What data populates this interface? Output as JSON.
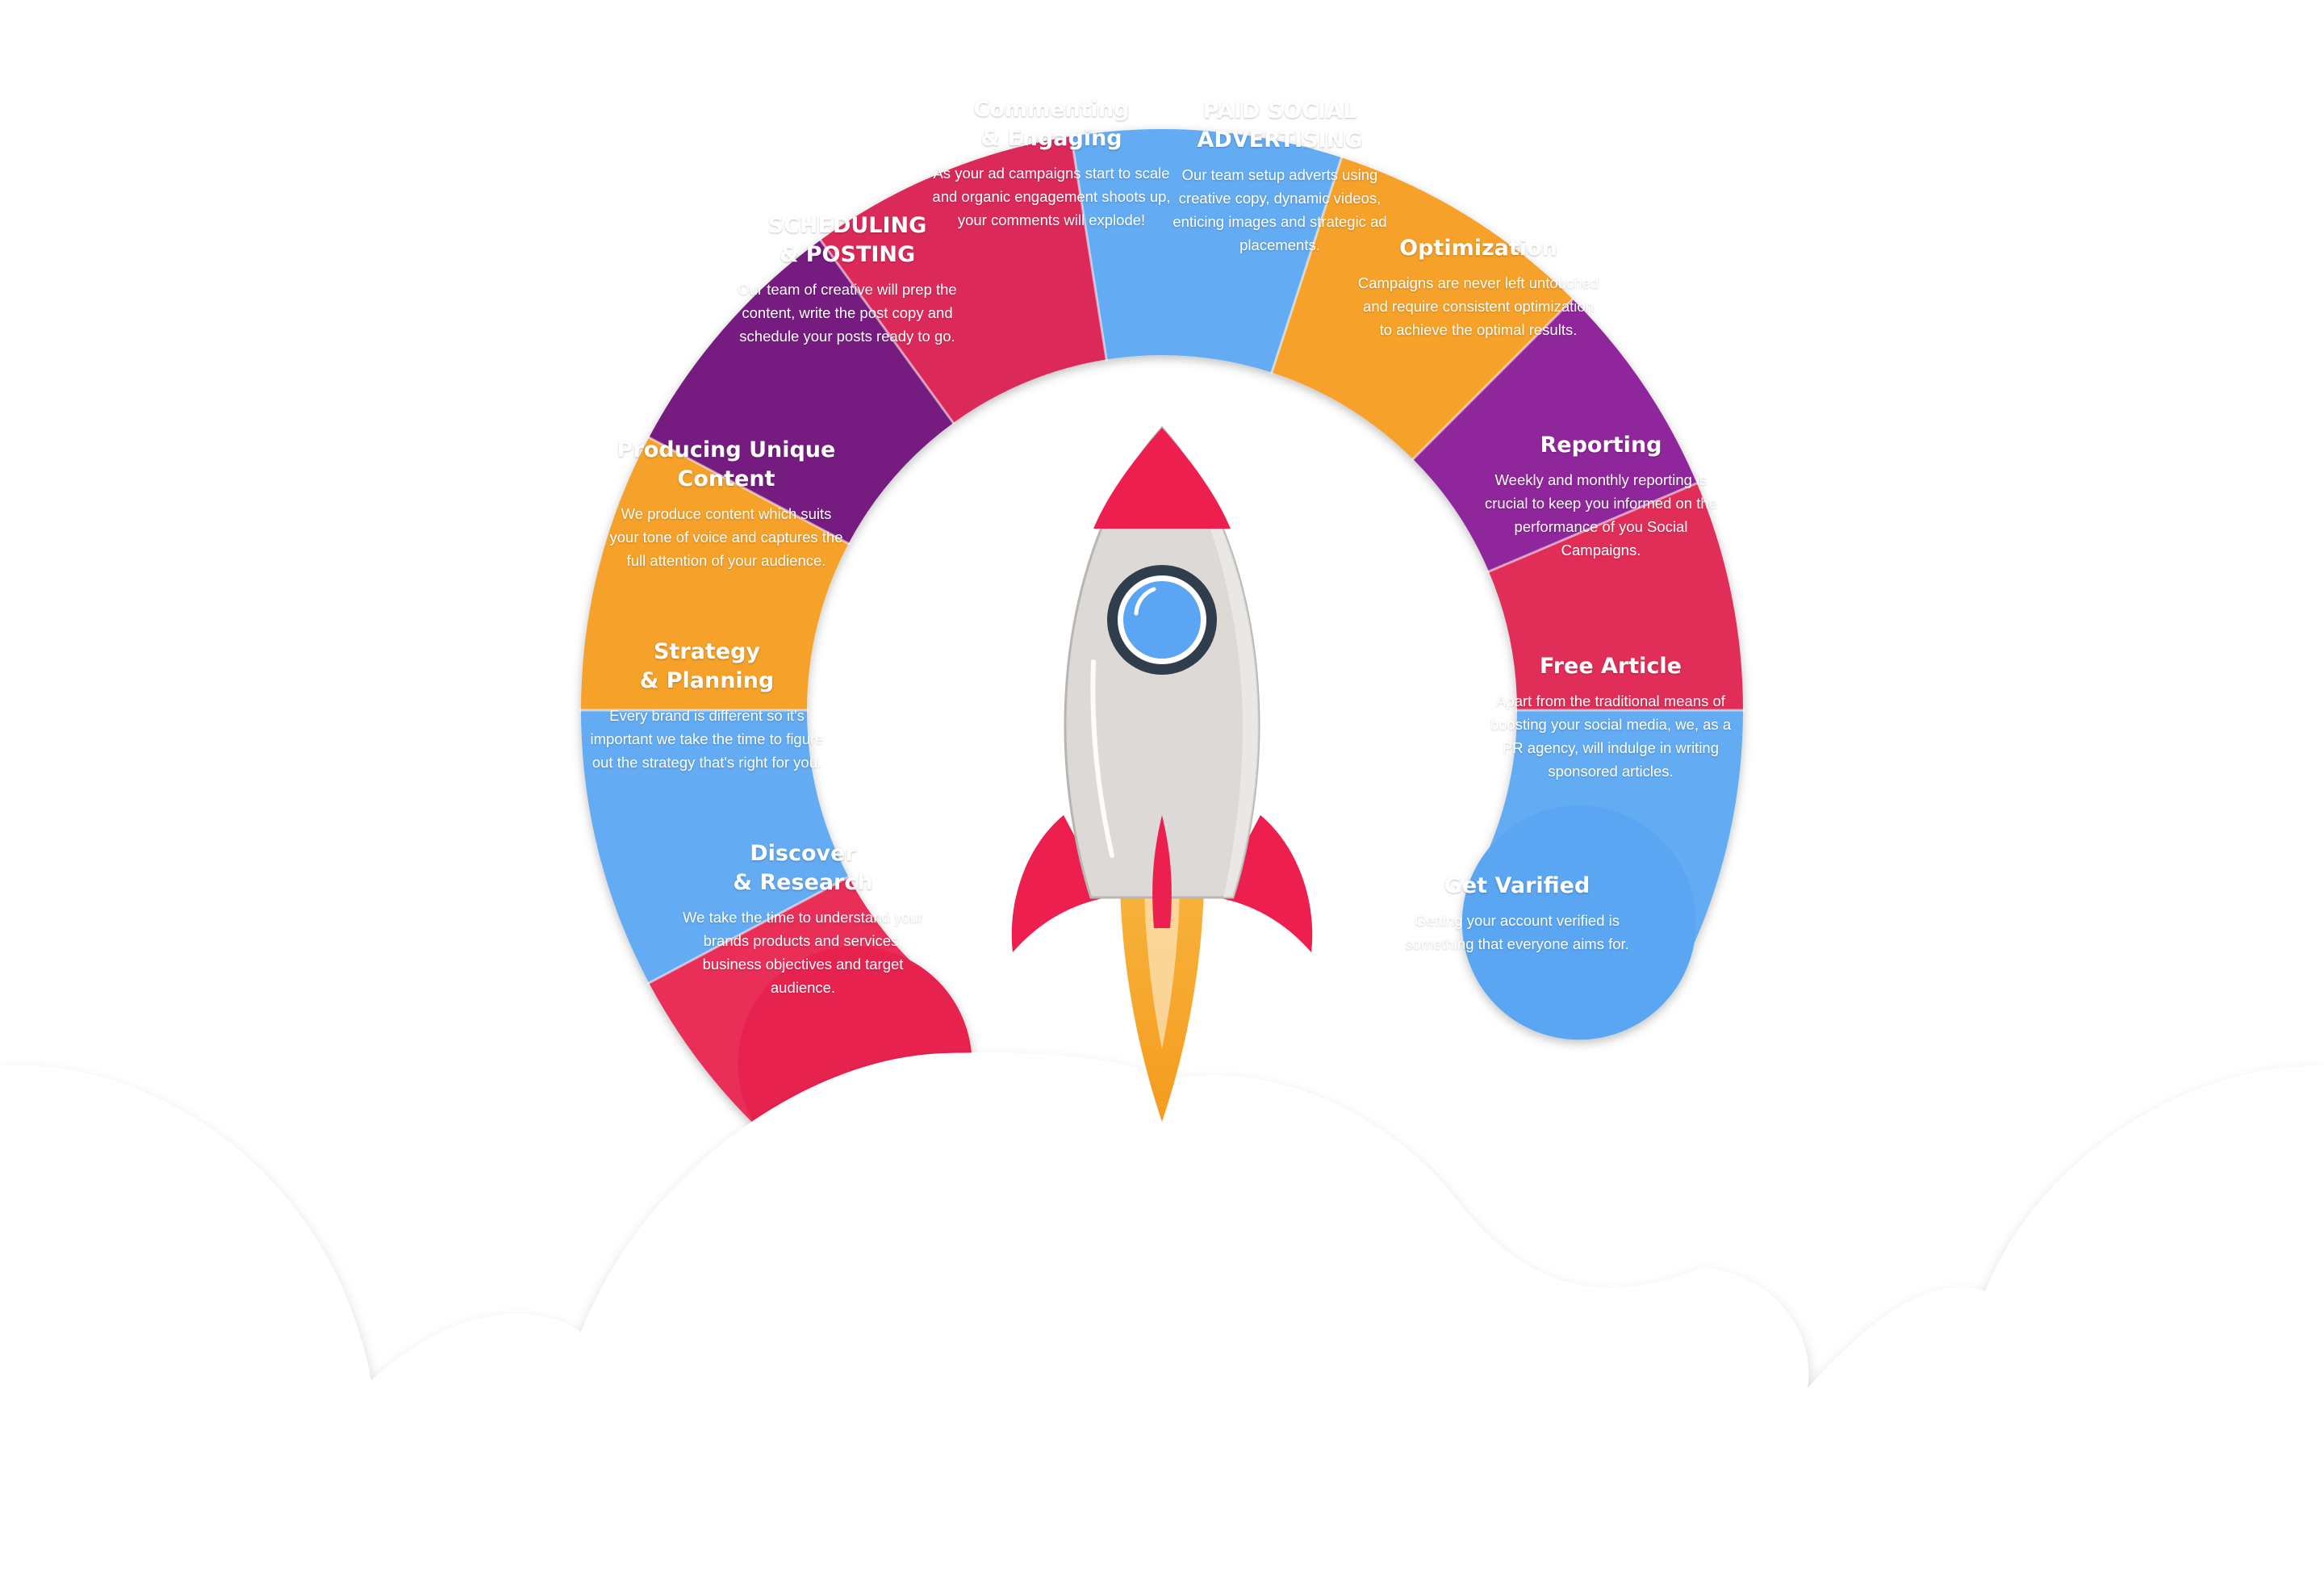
{
  "segments": [
    {
      "id": "discover",
      "title": "Discover\n& Research",
      "desc": "We take the time to understand your brands products and services, business objectives and target audience.",
      "color": "#e8224f"
    },
    {
      "id": "strategy",
      "title": "Strategy\n& Planning",
      "desc": "Every brand is different so it's important we take the time to figure out the strategy that's right for you.",
      "color": "#5aa6f2"
    },
    {
      "id": "producing",
      "title": "Producing Unique\nContent",
      "desc": "We produce content which suits your tone of voice and captures the full attention of your audience.",
      "color": "#f59c1f"
    },
    {
      "id": "scheduling",
      "title": "SCHEDULING\n& POSTING",
      "desc": "Our team of creative  will prep the content, write the post copy and schedule your posts ready to go.",
      "color": "#6e0f7a"
    },
    {
      "id": "commenting",
      "title": "Commenting\n& Engaging",
      "desc": "As your ad campaigns start to scale and organic engagement shoots up, your comments will explode!",
      "color": "#d91e50"
    },
    {
      "id": "paid-social",
      "title": "PAID SOCIAL\nADVERTISING",
      "desc": "Our team setup adverts using creative copy, dynamic videos, enticing images and strategic ad placements.",
      "color": "#5aa6f2"
    },
    {
      "id": "optimization",
      "title": "Optimization",
      "desc": "Campaigns are never left untouched and require consistent optimization to achieve the optimal results.",
      "color": "#f59c1f"
    },
    {
      "id": "reporting",
      "title": "Reporting",
      "desc": "Weekly and monthly reporting is crucial to keep you informed on the performance of you Social Campaigns.",
      "color": "#8a1a95"
    },
    {
      "id": "free-article",
      "title": "Free Article",
      "desc": "Apart from the traditional means of boosting your social media, we, as a PR agency, will indulge in writing sponsored articles.",
      "color": "#e0204f"
    },
    {
      "id": "get-verified",
      "title": "Get Varified",
      "desc": "Getting your account verified is something that everyone aims for.",
      "color": "#5aa6f2"
    }
  ],
  "rocket": {
    "body": "#dcd9d6",
    "accent": "#ec1f4f",
    "window": "#5aa6f2",
    "window_ring": "#2f3e4a",
    "flame": "#f59c1f"
  },
  "icons": {
    "rocket": "rocket-icon",
    "cloud": "cloud-icon"
  }
}
